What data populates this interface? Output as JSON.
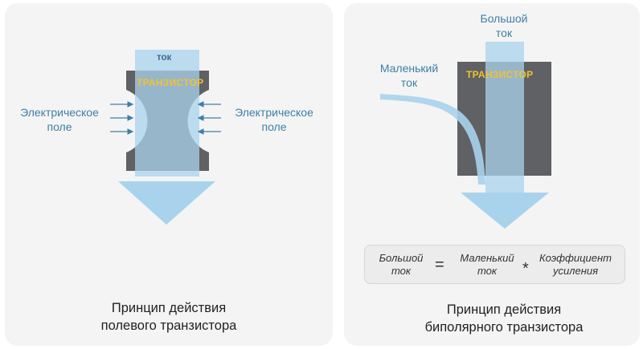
{
  "fet": {
    "current_label": "ток",
    "transistor_label": "ТРАНЗИСТОР",
    "field_left": [
      "Электрическое",
      "поле"
    ],
    "field_right": [
      "Электрическое",
      "поле"
    ],
    "caption": [
      "Принцип действия",
      "полевого транзистора"
    ]
  },
  "bjt": {
    "big_current": [
      "Большой",
      "ток"
    ],
    "small_current": [
      "Маленький",
      "ток"
    ],
    "transistor_label": "ТРАНЗИСТОР",
    "formula": {
      "lhs": [
        "Большой",
        "ток"
      ],
      "equals": "=",
      "term1": [
        "Маленький",
        "ток"
      ],
      "times": "*",
      "term2": [
        "Коэффициент",
        "усиления"
      ]
    },
    "caption": [
      "Принцип действия",
      "биполярного транзистора"
    ]
  },
  "colors": {
    "panel": "#f4f4f4",
    "transistor_gray": "#5f6164",
    "current_blue": "#a9d3ec",
    "label_blue": "#3d7fa8",
    "highlight_yellow": "#f2c230"
  }
}
